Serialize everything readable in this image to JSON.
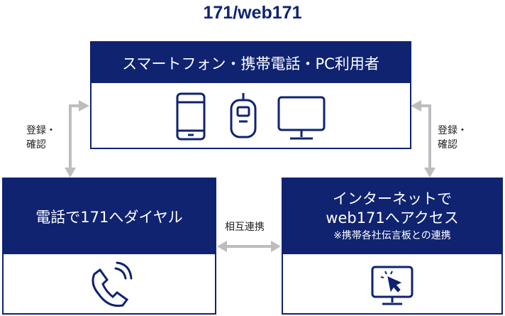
{
  "title": "171/web171",
  "top_box": {
    "header": "スマートフォン・携帯電話・PC利用者"
  },
  "left_box": {
    "header": "電話で171へダイヤル"
  },
  "right_box": {
    "header_line1": "インターネットで",
    "header_line2": "web171へアクセス",
    "header_note": "※携帯各社伝言板との連携"
  },
  "left_arrow_label": [
    "登録・",
    "確認"
  ],
  "right_arrow_label": [
    "登録・",
    "確認"
  ],
  "middle_label": "相互連携",
  "colors": {
    "navy": "#0f2370",
    "arrow": "#bdbdbd"
  }
}
